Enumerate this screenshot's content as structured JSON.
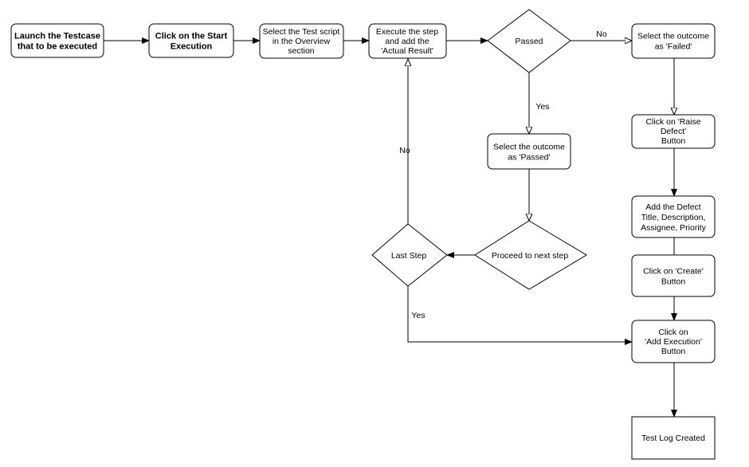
{
  "nodes": {
    "launch": [
      "Launch the Testcase",
      "that to be executed"
    ],
    "start_exec": [
      "Click on the Start",
      "Execution"
    ],
    "select_script": [
      "Select the Test script",
      "in the Overview",
      "section"
    ],
    "execute_step": [
      "Execute the step",
      "and add the",
      "'Actual Result'"
    ],
    "passed_decision": [
      "Passed"
    ],
    "select_failed": [
      "Select the outcome",
      "as 'Failed'"
    ],
    "select_passed": [
      "Select the outcome",
      "as 'Passed'"
    ],
    "proceed_next": [
      "Proceed to next step"
    ],
    "last_step": [
      "Last Step"
    ],
    "raise_defect": [
      "Click on 'Raise",
      "Defect'",
      "Button"
    ],
    "add_defect": [
      "Add the Defect",
      "Title, Description,",
      "Assignee, Priority"
    ],
    "create_btn": [
      "Click on 'Create'",
      "Button"
    ],
    "add_execution": [
      "Click on",
      "'Add Execution'",
      "Button"
    ],
    "test_log": [
      "Test Log Created"
    ]
  },
  "edge_labels": {
    "passed_no": "No",
    "passed_yes": "Yes",
    "last_no": "No",
    "last_yes": "Yes"
  },
  "colors": {
    "stroke": "#000000",
    "fill": "#ffffff",
    "text": "#000000"
  }
}
